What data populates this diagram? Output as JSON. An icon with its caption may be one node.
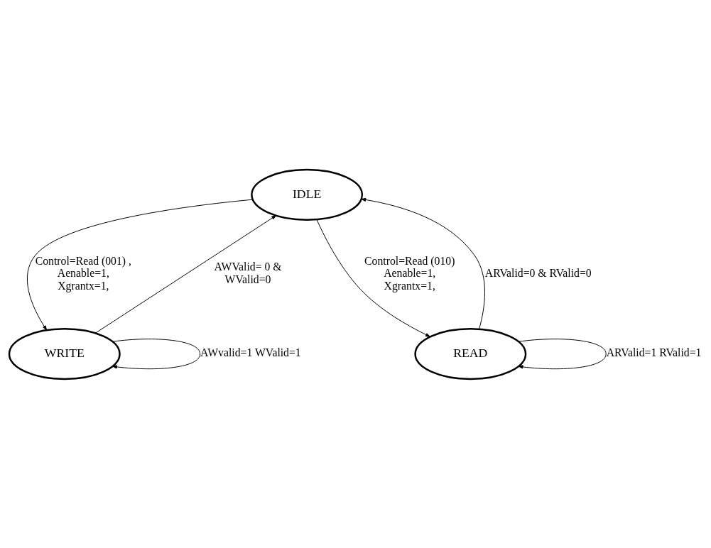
{
  "diagram": {
    "nodes": [
      {
        "text": [
          "IDLE"
        ]
      },
      {
        "text": [
          "WRITE"
        ]
      },
      {
        "text": [
          "READ"
        ]
      }
    ],
    "edges": [
      {
        "from": 0,
        "to": 1,
        "arrow": "to",
        "label": "Control=Read (001) , Aenable=1, Xgrantx=1,"
      },
      {
        "from": 1,
        "to": 0,
        "arrow": "to",
        "label": "AWValid= 0 & WValid=0"
      },
      {
        "from": 2,
        "to": 0,
        "arrow": "to",
        "label": "ARValid=0 & RValid=0"
      },
      {
        "from": 0,
        "to": 2,
        "arrow": "to",
        "label": "Control=Read (010) Aenable=1, Xgrantx=1,"
      },
      {
        "from": 1,
        "to": 1,
        "arrow": "to",
        "label": "AWvalid=1 WValid=1"
      },
      {
        "from": 2,
        "to": 2,
        "arrow": "to",
        "label": "ARValid=1 RValid=1"
      }
    ]
  }
}
